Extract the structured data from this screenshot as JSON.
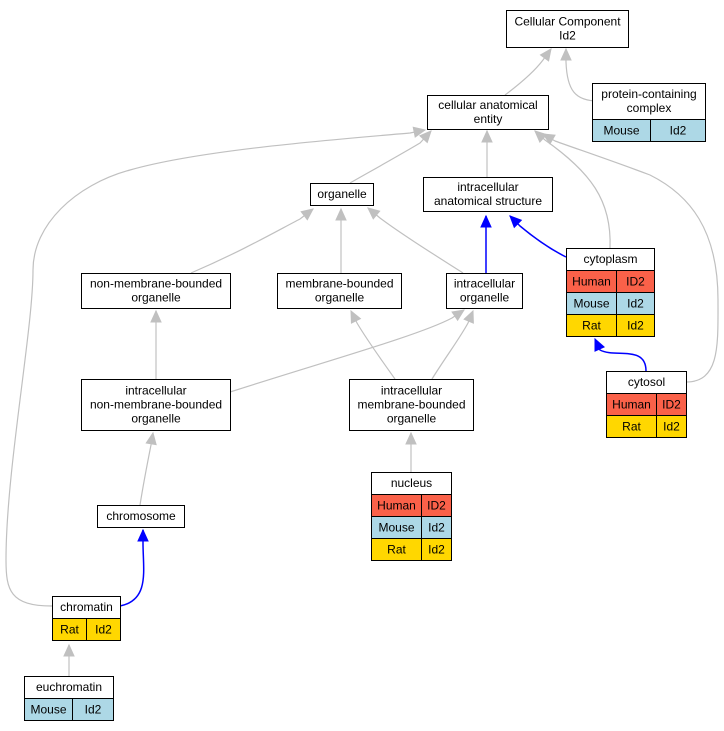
{
  "colors": {
    "Human": "#fa6149",
    "Mouse": "#add8e6",
    "Rat": "#ffd700",
    "is_a_edge": "#c0c0c0",
    "part_of_edge": "#0000ff"
  },
  "nodes": {
    "cellular_component": {
      "lines": [
        "Cellular Component",
        "Id2"
      ],
      "rows": []
    },
    "protein_complex": {
      "lines": [
        "protein-containing",
        "complex"
      ],
      "rows": [
        {
          "species": "Mouse",
          "gene": "Id2"
        }
      ]
    },
    "cellular_anatomical_entity": {
      "lines": [
        "cellular anatomical",
        "entity"
      ],
      "rows": []
    },
    "organelle": {
      "lines": [
        "organelle"
      ],
      "rows": []
    },
    "intracellular_anatomical_structure": {
      "lines": [
        "intracellular",
        "anatomical structure"
      ],
      "rows": []
    },
    "cytoplasm": {
      "lines": [
        "cytoplasm"
      ],
      "rows": [
        {
          "species": "Human",
          "gene": "ID2"
        },
        {
          "species": "Mouse",
          "gene": "Id2"
        },
        {
          "species": "Rat",
          "gene": "Id2"
        }
      ]
    },
    "non_membrane_bounded_organelle": {
      "lines": [
        "non-membrane-bounded",
        "organelle"
      ],
      "rows": []
    },
    "membrane_bounded_organelle": {
      "lines": [
        "membrane-bounded",
        "organelle"
      ],
      "rows": []
    },
    "intracellular_organelle": {
      "lines": [
        "intracellular",
        "organelle"
      ],
      "rows": []
    },
    "intracellular_non_membrane_bounded_organelle": {
      "lines": [
        "intracellular",
        "non-membrane-bounded",
        "organelle"
      ],
      "rows": []
    },
    "intracellular_membrane_bounded_organelle": {
      "lines": [
        "intracellular",
        "membrane-bounded",
        "organelle"
      ],
      "rows": []
    },
    "cytosol": {
      "lines": [
        "cytosol"
      ],
      "rows": [
        {
          "species": "Human",
          "gene": "ID2"
        },
        {
          "species": "Rat",
          "gene": "Id2"
        }
      ]
    },
    "nucleus": {
      "lines": [
        "nucleus"
      ],
      "rows": [
        {
          "species": "Human",
          "gene": "ID2"
        },
        {
          "species": "Mouse",
          "gene": "Id2"
        },
        {
          "species": "Rat",
          "gene": "Id2"
        }
      ]
    },
    "chromosome": {
      "lines": [
        "chromosome"
      ],
      "rows": []
    },
    "chromatin": {
      "lines": [
        "chromatin"
      ],
      "rows": [
        {
          "species": "Rat",
          "gene": "Id2"
        }
      ]
    },
    "euchromatin": {
      "lines": [
        "euchromatin"
      ],
      "rows": [
        {
          "species": "Mouse",
          "gene": "Id2"
        }
      ]
    }
  },
  "edges": [
    {
      "from": "protein_complex",
      "to": "cellular_component",
      "type": "is_a"
    },
    {
      "from": "cellular_anatomical_entity",
      "to": "cellular_component",
      "type": "is_a"
    },
    {
      "from": "organelle",
      "to": "cellular_anatomical_entity",
      "type": "is_a"
    },
    {
      "from": "intracellular_anatomical_structure",
      "to": "cellular_anatomical_entity",
      "type": "is_a"
    },
    {
      "from": "cytoplasm",
      "to": "cellular_anatomical_entity",
      "type": "is_a"
    },
    {
      "from": "cytosol",
      "to": "cellular_anatomical_entity",
      "type": "is_a"
    },
    {
      "from": "chromatin",
      "to": "cellular_anatomical_entity",
      "type": "is_a"
    },
    {
      "from": "cytoplasm",
      "to": "intracellular_anatomical_structure",
      "type": "part_of"
    },
    {
      "from": "intracellular_organelle",
      "to": "intracellular_anatomical_structure",
      "type": "part_of"
    },
    {
      "from": "non_membrane_bounded_organelle",
      "to": "organelle",
      "type": "is_a"
    },
    {
      "from": "membrane_bounded_organelle",
      "to": "organelle",
      "type": "is_a"
    },
    {
      "from": "intracellular_organelle",
      "to": "organelle",
      "type": "is_a"
    },
    {
      "from": "cytosol",
      "to": "cytoplasm",
      "type": "part_of"
    },
    {
      "from": "intracellular_non_membrane_bounded_organelle",
      "to": "non_membrane_bounded_organelle",
      "type": "is_a"
    },
    {
      "from": "intracellular_non_membrane_bounded_organelle",
      "to": "intracellular_organelle",
      "type": "is_a"
    },
    {
      "from": "intracellular_membrane_bounded_organelle",
      "to": "membrane_bounded_organelle",
      "type": "is_a"
    },
    {
      "from": "intracellular_membrane_bounded_organelle",
      "to": "intracellular_organelle",
      "type": "is_a"
    },
    {
      "from": "nucleus",
      "to": "intracellular_membrane_bounded_organelle",
      "type": "is_a"
    },
    {
      "from": "chromosome",
      "to": "intracellular_non_membrane_bounded_organelle",
      "type": "is_a"
    },
    {
      "from": "chromatin",
      "to": "chromosome",
      "type": "part_of"
    },
    {
      "from": "euchromatin",
      "to": "chromatin",
      "type": "is_a"
    }
  ]
}
